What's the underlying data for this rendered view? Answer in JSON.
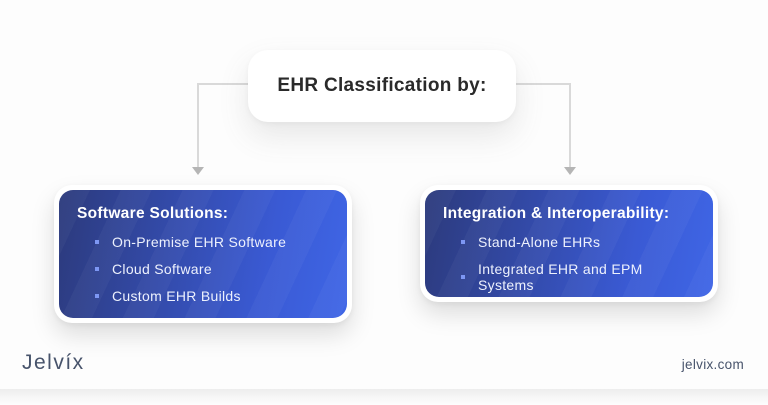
{
  "colors": {
    "page_bg": "#fdfdfd",
    "card_gradient_start": "#2c3a7c",
    "card_gradient_mid": "#3a5ad4",
    "card_gradient_end": "#3f66e6",
    "bullet": "#7d97f3",
    "connector": "#d9d9d9",
    "arrowhead": "#b5b5b5",
    "title_text": "#2a2a2a",
    "footer_text": "#47536b"
  },
  "title_card": {
    "label": "EHR Classification by:"
  },
  "cards": [
    {
      "title": "Software Solutions:",
      "items": [
        "On-Premise EHR Software",
        "Cloud Software",
        "Custom EHR Builds"
      ]
    },
    {
      "title": "Integration & Interoperability:",
      "items": [
        "Stand-Alone EHRs",
        "Integrated EHR and EPM Systems"
      ]
    }
  ],
  "footer": {
    "logo": "Jelvíx",
    "website": "jelvix.com"
  }
}
